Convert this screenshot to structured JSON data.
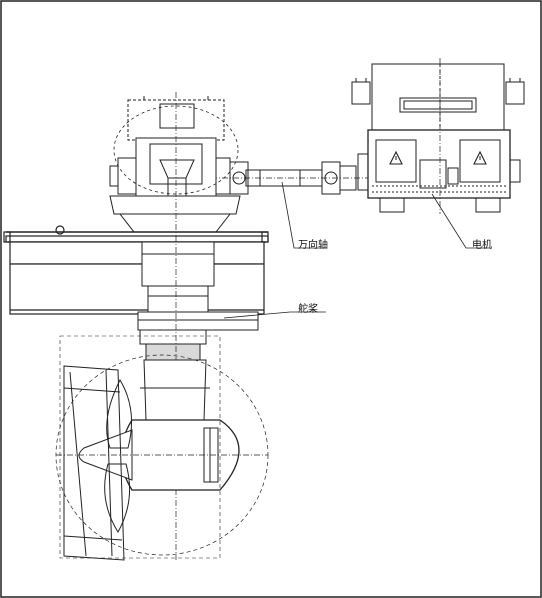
{
  "diagram": {
    "labels": {
      "cardan_shaft": "万向轴",
      "motor": "电机",
      "rudder_propeller": "舵桨"
    },
    "icons": {
      "warning": "warning-triangle-icon"
    },
    "colors": {
      "line": "#222222",
      "background": "#ffffff",
      "fill_gray": "#d9d9d9"
    }
  }
}
